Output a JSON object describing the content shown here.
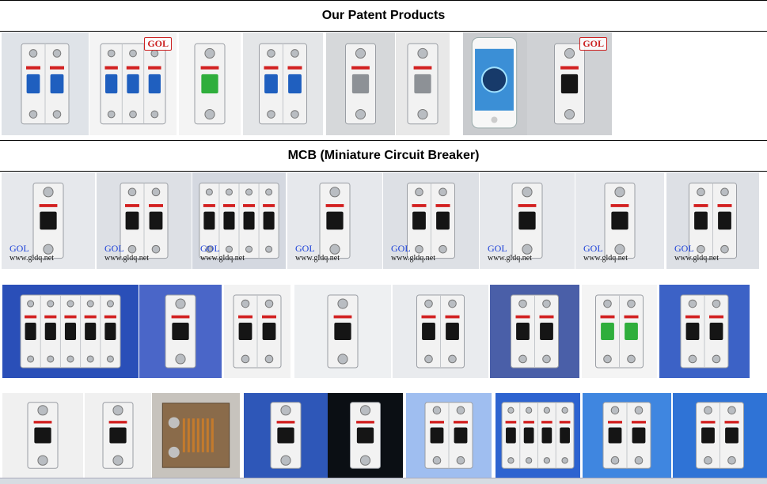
{
  "sections": {
    "patent_title": "Our Patent Products",
    "mcb_title": "MCB (Miniature Circuit Breaker)"
  },
  "watermark": {
    "brand": "GOL",
    "site": "www.gldq.net"
  },
  "colors": {
    "breaker_white": "#f2f2f2",
    "handle_blue": "#1f5fbf",
    "handle_green": "#2fae3c",
    "handle_black": "#151515",
    "accent_red": "#d22020",
    "backdrop_blue": "#2a4fb8",
    "backdrop_grey": "#e6e8ec",
    "watermark_blue": "#1a3fd8"
  },
  "rows": {
    "patent": [
      {
        "icon": "breaker-2pole-blue-icon"
      },
      {
        "icon": "breaker-3pole-blue-icon"
      },
      {
        "icon": "breaker-1pole-green-icon"
      },
      {
        "icon": "breaker-2pole-blue-icon"
      },
      {
        "icon": "breaker-1pole-grey-icon"
      },
      {
        "icon": "breaker-1pole-grey-icon"
      },
      {
        "icon": "smartphone-app-icon"
      },
      {
        "icon": "smart-breaker-icon"
      }
    ],
    "mcb1": [
      {
        "icon": "mcb-1pole-icon"
      },
      {
        "icon": "mcb-2pole-icon"
      },
      {
        "icon": "mcb-4pole-icon"
      },
      {
        "icon": "mcb-1pole-icon"
      },
      {
        "icon": "mcb-2pole-icon"
      },
      {
        "icon": "mcb-1pole-icon"
      },
      {
        "icon": "mcb-1pole-icon"
      },
      {
        "icon": "mcb-2pole-icon"
      }
    ],
    "mcb2": [
      {
        "icon": "mcb-group-blue-icon"
      },
      {
        "icon": "mcb-1pole-blue-icon"
      },
      {
        "icon": "mcb-2pole-red-icon"
      },
      {
        "icon": "mcb-1pole-side-icon"
      },
      {
        "icon": "mcb-2pole-icon"
      },
      {
        "icon": "mcb-2pole-blue-icon"
      },
      {
        "icon": "mcb-2pole-green-icon"
      },
      {
        "icon": "mcb-2pole-icon"
      }
    ],
    "mcb3": [
      {
        "icon": "mcb-1pole-red-icon"
      },
      {
        "icon": "mcb-1pole-red-icon"
      },
      {
        "icon": "mcb-internals-icon"
      },
      {
        "icon": "mcb-1pole-blue-icon"
      },
      {
        "icon": "mcb-1pole-black-icon"
      },
      {
        "icon": "mcb-2pole-blue-icon"
      },
      {
        "icon": "mcb-4pole-blue-icon"
      },
      {
        "icon": "mcb-2pole-cream-icon"
      },
      {
        "icon": "mcb-2pole-cream-icon"
      }
    ]
  }
}
